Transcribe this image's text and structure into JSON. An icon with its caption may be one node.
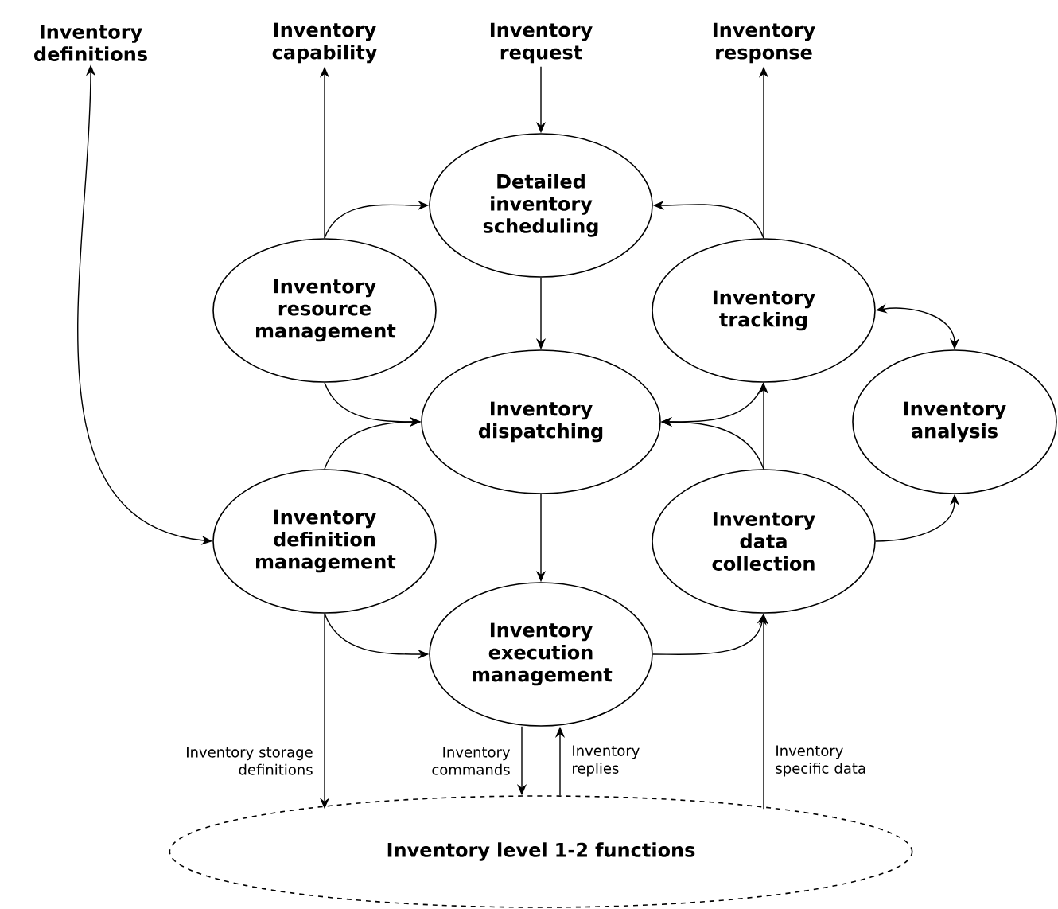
{
  "diagram": {
    "nodes": [
      {
        "text": [
          "Inventory definitions"
        ]
      },
      {
        "text": [
          "Inventory capability"
        ]
      },
      {
        "text": [
          "Inventory request"
        ]
      },
      {
        "text": [
          "Inventory response"
        ]
      },
      {
        "text": [
          "Detailed inventory scheduling"
        ]
      },
      {
        "text": [
          "Inventory resource management"
        ]
      },
      {
        "text": [
          "Inventory tracking"
        ]
      },
      {
        "text": [
          "Inventory dispatching"
        ]
      },
      {
        "text": [
          "Inventory analysis"
        ]
      },
      {
        "text": [
          "Inventory definition management"
        ]
      },
      {
        "text": [
          "Inventory data collection"
        ]
      },
      {
        "text": [
          "Inventory execution management"
        ]
      },
      {
        "text": [
          "Inventory level 1-2 functions"
        ]
      }
    ],
    "edges": [
      {
        "from": 0,
        "to": 9,
        "arrow": "both"
      },
      {
        "from": 5,
        "to": 1,
        "arrow": "to"
      },
      {
        "from": 2,
        "to": 4,
        "arrow": "to"
      },
      {
        "from": 6,
        "to": 3,
        "arrow": "to"
      },
      {
        "from": 5,
        "to": 4,
        "arrow": "to"
      },
      {
        "from": 6,
        "to": 4,
        "arrow": "to"
      },
      {
        "from": 4,
        "to": 7,
        "arrow": "to"
      },
      {
        "from": 5,
        "to": 7,
        "arrow": "to"
      },
      {
        "from": 9,
        "to": 7,
        "arrow": "to"
      },
      {
        "from": 6,
        "to": 8,
        "arrow": "both"
      },
      {
        "from": 6,
        "to": 7,
        "arrow": "to"
      },
      {
        "from": 10,
        "to": 7,
        "arrow": "to"
      },
      {
        "from": 10,
        "to": 6,
        "arrow": "to"
      },
      {
        "from": 10,
        "to": 8,
        "arrow": "to"
      },
      {
        "from": 7,
        "to": 11,
        "arrow": "to"
      },
      {
        "from": 9,
        "to": 11,
        "arrow": "to"
      },
      {
        "from": 11,
        "to": 10,
        "arrow": "to"
      },
      {
        "from": 9,
        "to": 12,
        "arrow": "to",
        "label": "Inventory storage definitions"
      },
      {
        "from": 11,
        "to": 12,
        "arrow": "to",
        "label": "Inventory commands"
      },
      {
        "from": 12,
        "to": 11,
        "arrow": "to",
        "label": "Inventory replies"
      },
      {
        "from": 12,
        "to": 10,
        "arrow": "to",
        "label": "Inventory specific data"
      }
    ]
  }
}
